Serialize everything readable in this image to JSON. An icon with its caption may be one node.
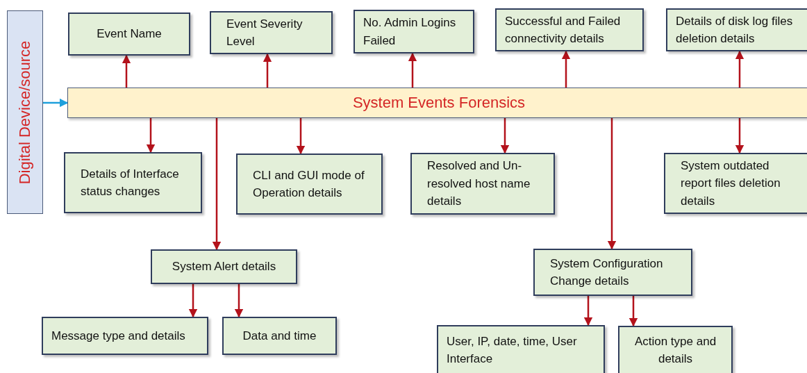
{
  "diagram": {
    "nodes": [
      {
        "text": [
          "Digital Device/source"
        ]
      },
      {
        "text": [
          "System Events Forensics"
        ]
      },
      {
        "text": [
          "Event Name"
        ]
      },
      {
        "text": [
          "Event Severity Level"
        ]
      },
      {
        "text": [
          "No. Admin Logins Failed"
        ]
      },
      {
        "text": [
          "Successful and Failed connectivity details"
        ]
      },
      {
        "text": [
          "Details of disk log files deletion details"
        ]
      },
      {
        "text": [
          "Details of Interface status changes"
        ]
      },
      {
        "text": [
          "CLI and GUI mode of Operation details"
        ]
      },
      {
        "text": [
          "Resolved  and Un-resolved host name details"
        ]
      },
      {
        "text": [
          "System outdated report files deletion details"
        ]
      },
      {
        "text": [
          "System Alert details"
        ]
      },
      {
        "text": [
          "System Configuration Change details"
        ]
      },
      {
        "text": [
          "Message type and details"
        ]
      },
      {
        "text": [
          "Data and time"
        ]
      },
      {
        "text": [
          "User, IP, date, time, User Interface"
        ]
      },
      {
        "text": [
          "Action type and details"
        ]
      }
    ],
    "edges": [
      {
        "from": 0,
        "to": 1,
        "arrow": "to",
        "color": "#1ea0dc"
      },
      {
        "from": 1,
        "to": 2,
        "arrow": "to"
      },
      {
        "from": 1,
        "to": 3,
        "arrow": "to"
      },
      {
        "from": 1,
        "to": 4,
        "arrow": "to"
      },
      {
        "from": 1,
        "to": 5,
        "arrow": "to"
      },
      {
        "from": 1,
        "to": 6,
        "arrow": "to"
      },
      {
        "from": 1,
        "to": 7,
        "arrow": "to"
      },
      {
        "from": 1,
        "to": 8,
        "arrow": "to"
      },
      {
        "from": 1,
        "to": 9,
        "arrow": "to"
      },
      {
        "from": 1,
        "to": 10,
        "arrow": "to"
      },
      {
        "from": 1,
        "to": 11,
        "arrow": "to"
      },
      {
        "from": 1,
        "to": 12,
        "arrow": "to"
      },
      {
        "from": 11,
        "to": 13,
        "arrow": "to"
      },
      {
        "from": 11,
        "to": 14,
        "arrow": "to"
      },
      {
        "from": 12,
        "to": 15,
        "arrow": "to"
      },
      {
        "from": 12,
        "to": 16,
        "arrow": "to"
      }
    ]
  }
}
